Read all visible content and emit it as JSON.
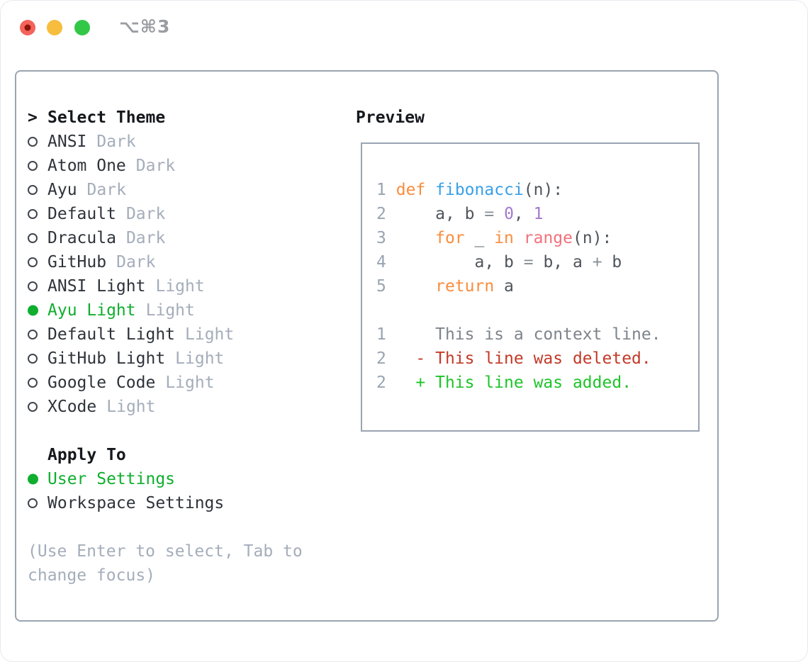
{
  "titlebar": {
    "shortcut": "⌥⌘3",
    "window_buttons": [
      "close",
      "minimize",
      "zoom"
    ]
  },
  "theme_picker": {
    "title_prefix": ">",
    "title": "Select Theme",
    "themes": [
      {
        "name": "ANSI",
        "tag": "Dark",
        "selected": false
      },
      {
        "name": "Atom One",
        "tag": "Dark",
        "selected": false
      },
      {
        "name": "Ayu",
        "tag": "Dark",
        "selected": false
      },
      {
        "name": "Default",
        "tag": "Dark",
        "selected": false
      },
      {
        "name": "Dracula",
        "tag": "Dark",
        "selected": false
      },
      {
        "name": "GitHub",
        "tag": "Dark",
        "selected": false
      },
      {
        "name": "ANSI Light",
        "tag": "Light",
        "selected": false
      },
      {
        "name": "Ayu Light",
        "tag": "Light",
        "selected": true
      },
      {
        "name": "Default Light",
        "tag": "Light",
        "selected": false
      },
      {
        "name": "GitHub Light",
        "tag": "Light",
        "selected": false
      },
      {
        "name": "Google Code",
        "tag": "Light",
        "selected": false
      },
      {
        "name": "XCode",
        "tag": "Light",
        "selected": false
      }
    ],
    "apply_to": {
      "title": "Apply To",
      "options": [
        {
          "name": "User Settings",
          "selected": true
        },
        {
          "name": "Workspace Settings",
          "selected": false
        }
      ]
    },
    "hint_lines": [
      "(Use Enter to select, Tab to",
      "change focus)"
    ]
  },
  "preview": {
    "title": "Preview",
    "code_lines": [
      {
        "num": "1",
        "segments": [
          [
            "pln",
            " "
          ],
          [
            "kw",
            "def"
          ],
          [
            "pln",
            " "
          ],
          [
            "fn",
            "fibonacci"
          ],
          [
            "pln",
            "(n):"
          ]
        ]
      },
      {
        "num": "2",
        "segments": [
          [
            "pln",
            "     a, b "
          ],
          [
            "op",
            "="
          ],
          [
            "pln",
            " "
          ],
          [
            "const",
            "0"
          ],
          [
            "pln",
            ", "
          ],
          [
            "const",
            "1"
          ]
        ]
      },
      {
        "num": "3",
        "segments": [
          [
            "pln",
            "     "
          ],
          [
            "kw",
            "for"
          ],
          [
            "pln",
            " _ "
          ],
          [
            "kw",
            "in"
          ],
          [
            "pln",
            " "
          ],
          [
            "call",
            "range"
          ],
          [
            "pln",
            "(n):"
          ]
        ]
      },
      {
        "num": "4",
        "segments": [
          [
            "pln",
            "         a, b "
          ],
          [
            "op",
            "="
          ],
          [
            "pln",
            " b, a "
          ],
          [
            "op",
            "+"
          ],
          [
            "pln",
            " b"
          ]
        ]
      },
      {
        "num": "5",
        "segments": [
          [
            "pln",
            "     "
          ],
          [
            "kw",
            "return"
          ],
          [
            "pln",
            " a"
          ]
        ]
      },
      {
        "num": "",
        "segments": []
      },
      {
        "num": "1",
        "segments": [
          [
            "ctx",
            "     This is a context line."
          ]
        ]
      },
      {
        "num": "2",
        "segments": [
          [
            "del",
            "   - This line was deleted."
          ]
        ]
      },
      {
        "num": "2",
        "segments": [
          [
            "add",
            "   + This line was added."
          ]
        ]
      }
    ]
  },
  "colors": {
    "panel_border": "#9aa4b1",
    "selection_green": "#0fae2e",
    "keyword_orange": "#fa8d3e",
    "function_blue": "#39a0e8",
    "call_coral": "#f2727b",
    "constant_purple": "#a37acc",
    "diff_deleted_red": "#c23a28",
    "diff_added_green": "#1ec42a",
    "line_number_gray": "#98a4b2",
    "muted_gray": "#a4adba",
    "traffic_red": "#f4635c",
    "traffic_yellow": "#f6bd3e",
    "traffic_green": "#33c748"
  }
}
